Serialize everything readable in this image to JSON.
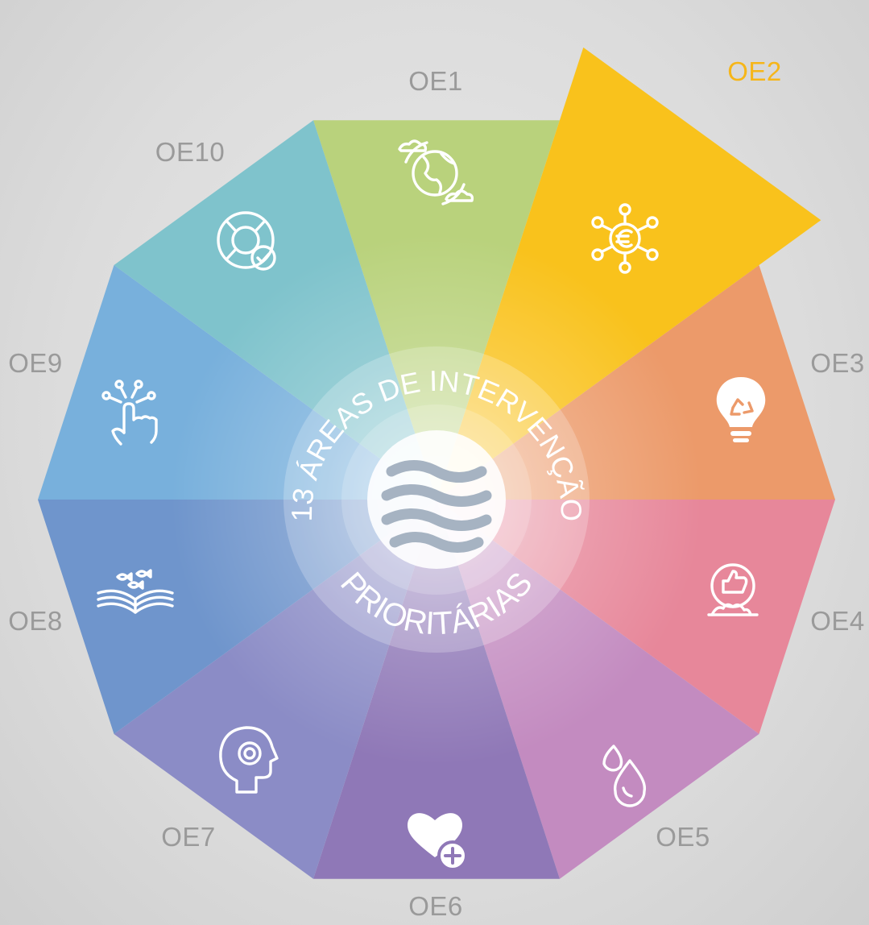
{
  "diagram": {
    "title_top": "13 ÁREAS DE INTERVENÇÃO",
    "title_bottom": "PRIORITÁRIAS",
    "label_color": "#9a9a9a",
    "active_label_color": "#f6b619",
    "active_segment": "OE2",
    "segments": [
      {
        "id": "OE1",
        "label": "OE1",
        "color": "#b9d27c",
        "icon": "globe-weather-icon"
      },
      {
        "id": "OE2",
        "label": "OE2",
        "color": "#f9c21c",
        "icon": "euro-network-icon"
      },
      {
        "id": "OE3",
        "label": "OE3",
        "color": "#ec9a6a",
        "icon": "recycle-lightbulb-icon"
      },
      {
        "id": "OE4",
        "label": "OE4",
        "color": "#e7879a",
        "icon": "thumbs-up-food-icon"
      },
      {
        "id": "OE5",
        "label": "OE5",
        "color": "#c38bc0",
        "icon": "water-drops-icon"
      },
      {
        "id": "OE6",
        "label": "OE6",
        "color": "#8f78b7",
        "icon": "heart-plus-icon"
      },
      {
        "id": "OE7",
        "label": "OE7",
        "color": "#8b8cc6",
        "icon": "head-gear-icon"
      },
      {
        "id": "OE8",
        "label": "OE8",
        "color": "#6f95cc",
        "icon": "book-fish-icon"
      },
      {
        "id": "OE9",
        "label": "OE9",
        "color": "#78b0dc",
        "icon": "touch-network-icon"
      },
      {
        "id": "OE10",
        "label": "OE10",
        "color": "#7fc3cc",
        "icon": "lifebuoy-check-icon"
      }
    ]
  }
}
